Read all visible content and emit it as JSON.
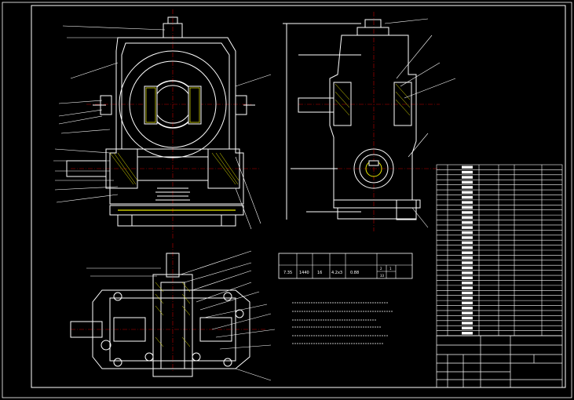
{
  "params_table": {
    "headers": [
      "",
      "",
      "",
      "",
      "",
      ""
    ],
    "values": [
      "7.35",
      "1440",
      "16",
      "4.2x3",
      "0.88",
      "2",
      "1",
      "",
      "",
      "33",
      "",
      ""
    ]
  },
  "tech_requirements": {
    "title": "",
    "lines": [
      "",
      "",
      "",
      "",
      "",
      ""
    ]
  },
  "bom": {
    "rows": [
      "",
      "",
      "",
      "",
      "",
      "",
      "",
      "",
      "",
      "",
      "",
      "",
      "",
      "",
      "",
      "",
      "",
      "",
      "",
      "",
      "",
      "",
      "",
      "",
      "",
      "",
      "",
      "",
      "",
      "",
      "",
      "",
      "",
      ""
    ],
    "header": [
      "",
      "",
      "",
      ""
    ]
  },
  "title_block": {
    "drawing_name": "",
    "org": "",
    "scale_label": ""
  },
  "colors": {
    "background": "#000000",
    "outline": "#ffffff",
    "centerline": "#c00000",
    "hatch": "#e8e800",
    "leader": "#ffffff"
  }
}
